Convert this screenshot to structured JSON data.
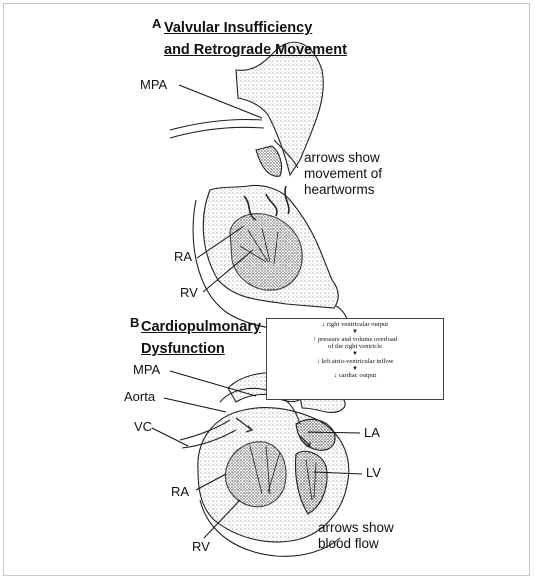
{
  "panel_a": {
    "letter": "A",
    "title_line1": "Valvular Insufficiency",
    "title_line2": "and Retrograde Movement",
    "labels": {
      "mpa": "MPA",
      "ra": "RA",
      "rv": "RV"
    },
    "note": [
      "arrows show",
      "movement of",
      "heartworms"
    ]
  },
  "panel_b": {
    "letter": "B",
    "title_line1": "Cardiopulmonary",
    "title_line2": "Dysfunction",
    "labels": {
      "mpa": "MPA",
      "aorta": "Aorta",
      "vc": "VC",
      "la": "LA",
      "lv": "LV",
      "ra": "RA",
      "rv": "RV"
    },
    "note": [
      "arrows show",
      "blood flow"
    ],
    "flowchart": [
      "↓ right ventricular output",
      "↑ pressure and volume overload",
      "of the right ventricle",
      "↓ left atrio-ventricular inflow",
      "↓ cardiac output"
    ]
  }
}
